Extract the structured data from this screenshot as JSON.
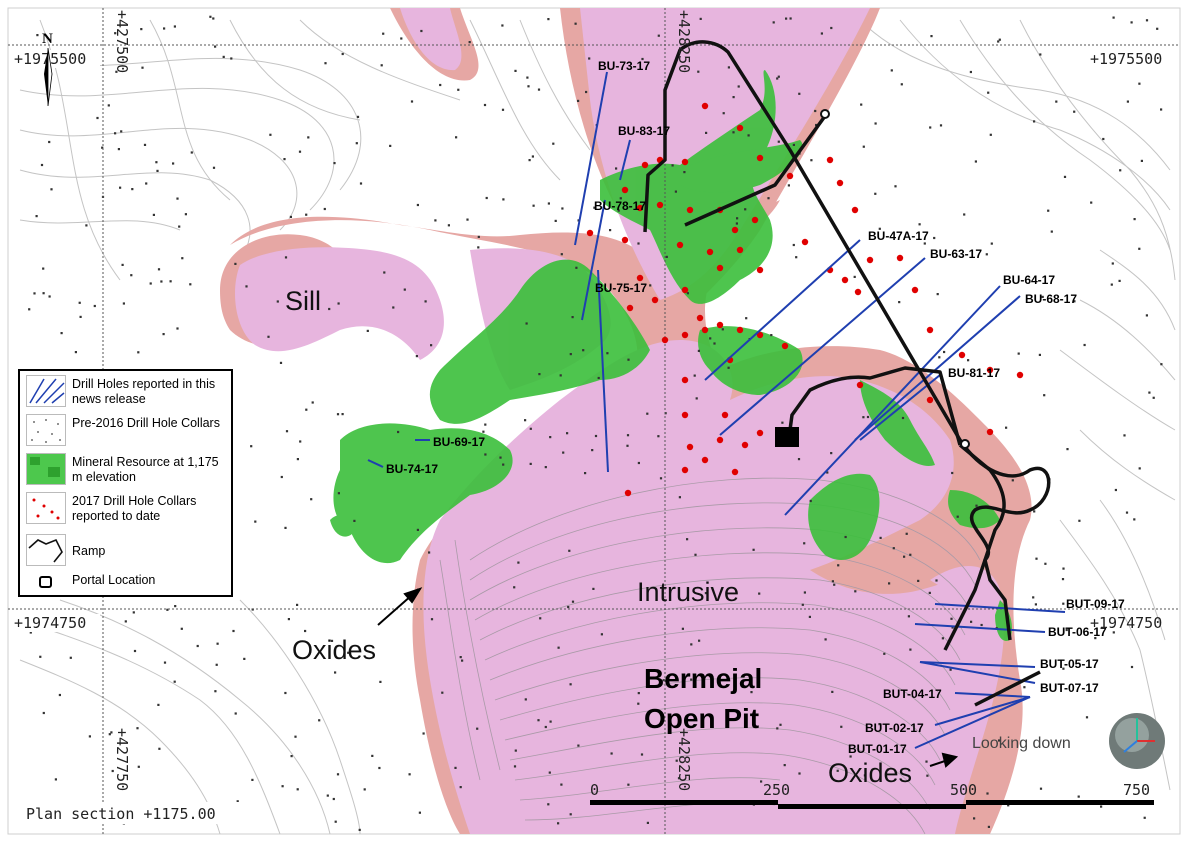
{
  "coordinates": {
    "north_top": "+1975500",
    "north_mid": "+1974750",
    "east_left": "+427500",
    "east_mid": "+428250",
    "east_bottom_left": "+427750",
    "east_bottom_mid": "+428250"
  },
  "north_arrow": "N",
  "zones": {
    "sill": "Sill",
    "intrusive": "Intrusive",
    "oxides_left": "Oxides",
    "oxides_right": "Oxides",
    "pit_line1": "Bermejal",
    "pit_line2": "Open Pit"
  },
  "drill_holes": [
    "BU-73-17",
    "BU-83-17",
    "BU-78-17",
    "BU-47A-17",
    "BU-63-17",
    "BU-64-17",
    "BU-68-17",
    "BU-75-17",
    "BU-81-17",
    "BU-69-17",
    "BU-74-17",
    "BUT-09-17",
    "BUT-06-17",
    "BUT-05-17",
    "BUT-07-17",
    "BUT-04-17",
    "BUT-02-17",
    "BUT-01-17"
  ],
  "legend": {
    "items": [
      {
        "label": "Drill Holes reported in this news release"
      },
      {
        "label": "Pre-2016 Drill Hole Collars"
      },
      {
        "label": "Mineral Resource at 1,175 m elevation"
      },
      {
        "label": "2017 Drill Hole Collars reported to date"
      },
      {
        "label": "Ramp"
      },
      {
        "label": "Portal Location"
      }
    ]
  },
  "scale_bar": {
    "ticks": [
      "0",
      "250",
      "500",
      "750"
    ]
  },
  "view_label": "Looking down",
  "section_label": "Plan section +1175.00",
  "colors": {
    "intrusive": "#e7b5de",
    "skarn": "#e6a7a4",
    "resource": "#3bbf3b",
    "collar": "#e00000",
    "drill": "#1f3fb0",
    "ramp": "#111111"
  }
}
